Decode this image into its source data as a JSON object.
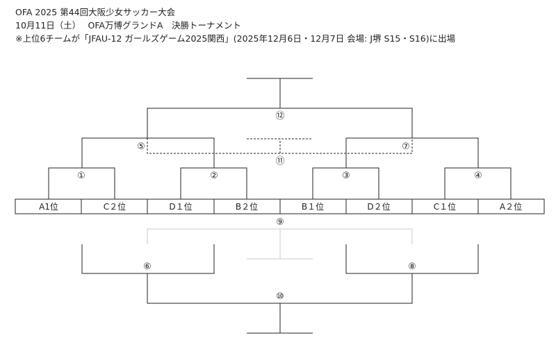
{
  "header": {
    "line1": "OFA 2025 第44回大阪少女サッカー大会",
    "line2": "10月11日（土）　 OFA万博グランドA　決勝トーナメント",
    "line3": "※上位6チームが「JFAU-12 ガールズゲーム2025関西」(2025年12月6日・12月7日 会場: J堺 S15・S16)に出場"
  },
  "teams": [
    "A1位",
    "C２位",
    "D１位",
    "B２位",
    "B１位",
    "D２位",
    "C１位",
    "A２位"
  ],
  "matches": {
    "m1": "①",
    "m2": "②",
    "m3": "③",
    "m4": "④",
    "m5": "⑤",
    "m6": "⑥",
    "m7": "⑦",
    "m8": "⑧",
    "m9": "⑨",
    "m10": "⑩",
    "m11": "⑪",
    "m12": "⑫"
  },
  "colors": {
    "line": "#222222",
    "faint": "#c8c8c8"
  }
}
